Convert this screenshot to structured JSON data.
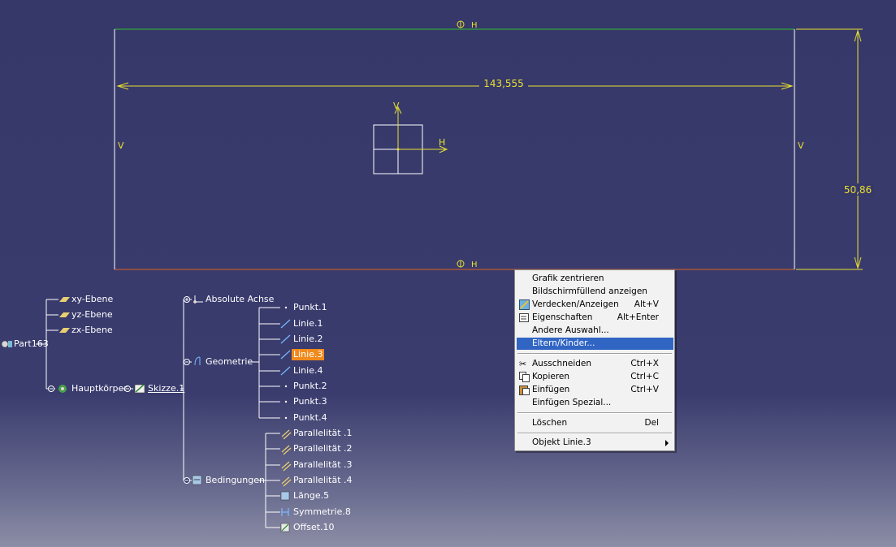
{
  "drawing": {
    "dimension_horizontal": "143,555",
    "dimension_vertical": "50,86",
    "constraint_h_label": "H",
    "constraint_v_label": "V",
    "axis_v_label": "V",
    "axis_h_label": "H"
  },
  "tree": {
    "root": "Part163",
    "planes": [
      "xy-Ebene",
      "yz-Ebene",
      "zx-Ebene"
    ],
    "body": "Hauptkörper",
    "sketch": "Skizze.1",
    "absolute_axis": "Absolute Achse",
    "geometry": "Geometrie",
    "geometry_items": [
      "Punkt.1",
      "Linie.1",
      "Linie.2",
      "Linie.3",
      "Linie.4",
      "Punkt.2",
      "Punkt.3",
      "Punkt.4"
    ],
    "selected_item": "Linie.3",
    "constraints": "Bedingungen",
    "constraint_items": [
      "Parallelität .1",
      "Parallelität .2",
      "Parallelität .3",
      "Parallelität .4",
      "Länge.5",
      "Symmetrie.8",
      "Offset.10"
    ]
  },
  "menu": {
    "items": [
      {
        "label": "Grafik zentrieren",
        "shortcut": ""
      },
      {
        "label": "Bildschirmfüllend anzeigen",
        "shortcut": ""
      },
      {
        "label": "Verdecken/Anzeigen",
        "shortcut": "Alt+V",
        "icon": "hide-show-icon"
      },
      {
        "label": "Eigenschaften",
        "shortcut": "Alt+Enter",
        "icon": "properties-icon"
      },
      {
        "label": "Andere Auswahl...",
        "shortcut": ""
      },
      {
        "label": "Eltern/Kinder...",
        "shortcut": "",
        "highlighted": true
      },
      {
        "label": "Ausschneiden",
        "shortcut": "Ctrl+X",
        "icon": "scissors-icon"
      },
      {
        "label": "Kopieren",
        "shortcut": "Ctrl+C",
        "icon": "copy-icon"
      },
      {
        "label": "Einfügen",
        "shortcut": "Ctrl+V",
        "icon": "paste-icon"
      },
      {
        "label": "Einfügen Spezial...",
        "shortcut": ""
      },
      {
        "label": "Löschen",
        "shortcut": "Del"
      },
      {
        "label": "Objekt Linie.3",
        "shortcut": "",
        "submenu": true
      }
    ]
  },
  "colors": {
    "sketch_line": "#ffffff",
    "dimension": "#e8e030",
    "selection": "#f08a1c",
    "menu_highlight": "#3165c4",
    "top_edge": "#30c030",
    "bottom_edge": "#e06020"
  }
}
